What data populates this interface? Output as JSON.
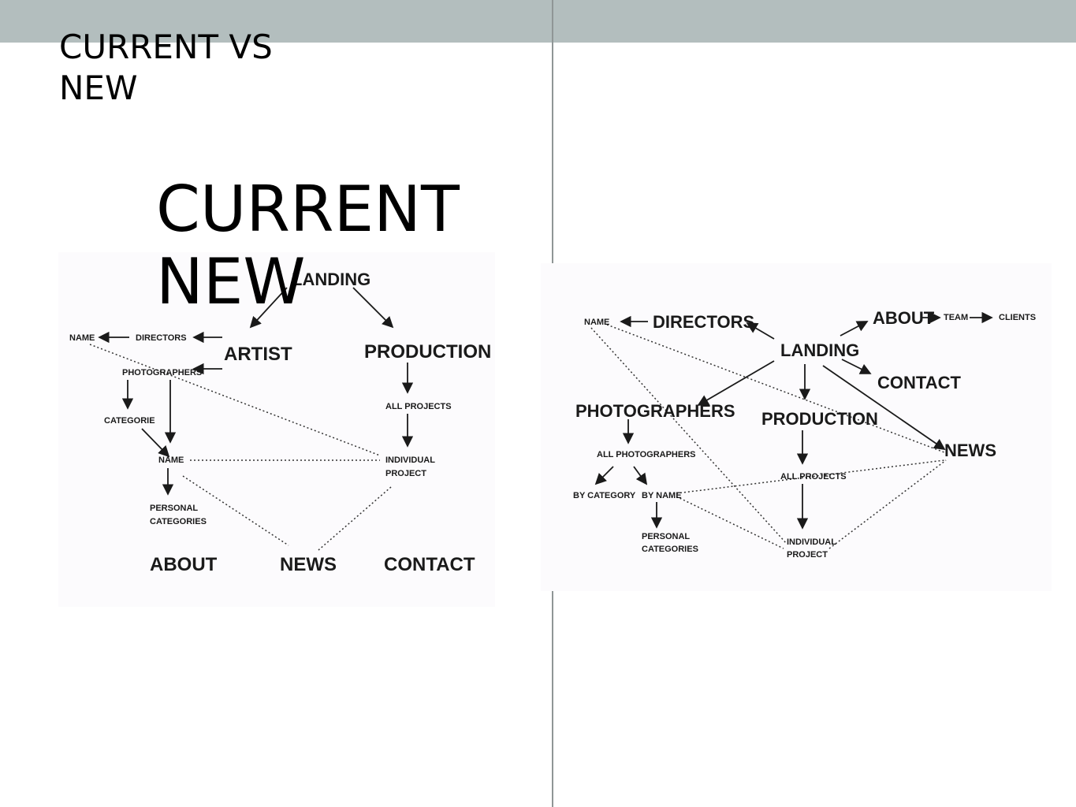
{
  "slide": {
    "title": "CURRENT VS NEW",
    "title_line1": "CURRENT VS",
    "title_line2": "NEW",
    "big_line1": "CURRENT",
    "big_line2": "NEW"
  },
  "current": {
    "landing": "LANDING",
    "artist": "ARTIST",
    "production": "PRODUCTION",
    "name_top": "NAME",
    "directors": "DIRECTORS",
    "photographers": "PHOTOGRAPHERS",
    "categorie": "CATEGORIE",
    "name": "NAME",
    "personal1": "PERSONAL",
    "personal2": "CATEGORIES",
    "all_projects": "ALL PROJECTS",
    "individual1": "INDIVIDUAL",
    "individual2": "PROJECT",
    "about": "ABOUT",
    "news": "NEWS",
    "contact": "CONTACT"
  },
  "new": {
    "name": "NAME",
    "directors": "DIRECTORS",
    "landing": "LANDING",
    "about": "ABOUT",
    "team": "TEAM",
    "clients": "CLIENTS",
    "contact": "CONTACT",
    "photographers": "PHOTOGRAPHERS",
    "production": "PRODUCTION",
    "news": "NEWS",
    "all_photographers": "ALL PHOTOGRAPHERS",
    "by_category": "BY CATEGORY",
    "by_name": "BY NAME",
    "all_projects": "ALL PROJECTS",
    "personal1": "PERSONAL",
    "personal2": "CATEGORIES",
    "individual1": "INDIVIDUAL",
    "individual2": "PROJECT"
  }
}
